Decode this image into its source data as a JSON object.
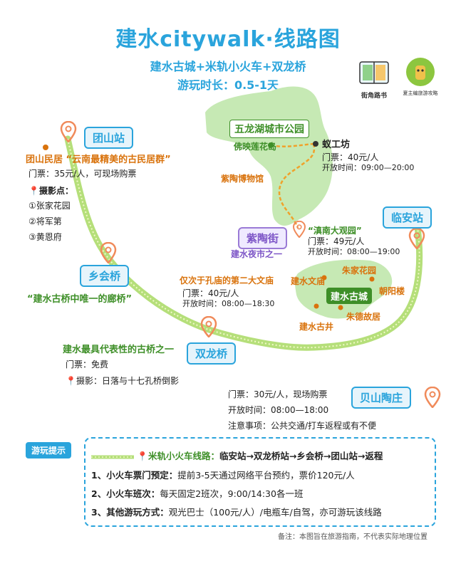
{
  "header": {
    "title": "建水citywalk·线路图",
    "subtitle": "建水古城+米轨小火车+双龙桥",
    "duration": "游玩时长：0.5-1天"
  },
  "logos": [
    {
      "caption": "街角路书"
    },
    {
      "caption": "夏主编旅游攻略"
    }
  ],
  "stations": {
    "tuanshan": "团山站",
    "xianghui": "乡会桥",
    "shuanglong": "双龙桥",
    "linan": "临安站",
    "beishan": "贝山陶庄",
    "zitao": "紫陶街"
  },
  "tuanshan_info": {
    "name": "团山民居",
    "desc": "“云南最精美的古民居群”",
    "ticket": "门票：35元/人，可现场购票",
    "photo_title": "摄影点：",
    "photo_spots": [
      "①张家花园",
      "②将军第",
      "③黄恩府"
    ]
  },
  "xianghui_info": {
    "desc": "“建水古桥中唯一的廊桥”"
  },
  "shuanglong_info": {
    "desc": "建水最具代表性的古桥之一",
    "ticket": "门票：免费",
    "photo": "摄影：日落与十七孔桥倒影"
  },
  "park": {
    "name": "五龙湖城市公园",
    "foying": "佛映莲花岛",
    "yigong": "蚁工坊",
    "yigong_ticket": "门票：40元/人",
    "yigong_hours": "开放时间：09:00—20:00",
    "zitao_museum": "紫陶博物馆",
    "diannan": "“滇南大观园”",
    "diannan_ticket": "门票：49元/人",
    "diannan_hours": "开放时间：08:00—19:00"
  },
  "zitao_info": {
    "desc": "建水夜市之一"
  },
  "wenmiao": {
    "desc": "仅次于孔庙的第二大文庙",
    "ticket": "门票：40元/人",
    "hours": "开放时间：08:00—18:30"
  },
  "oldtown": {
    "wenmiao": "建水文庙",
    "zhangjia": "朱家花园",
    "center": "建水古城",
    "chaoyang": "朝阳楼",
    "zhude": "朱德故居",
    "gujing": "建水古井"
  },
  "beishan_info": {
    "ticket": "门票：30元/人，现场购票",
    "hours": "开放时间：08:00—18:00",
    "notice": "注意事项：公共交通/打车返程或有不便"
  },
  "tips": {
    "tag": "游玩提示",
    "route_label": "米轨小火车线路：",
    "route": "临安站→双龙桥站→乡会桥→团山站→返程",
    "items": [
      {
        "label": "1、小火车票门预定：",
        "text": "提前3-5天通过网络平台预约，票价120元/人"
      },
      {
        "label": "2、小火车班次：",
        "text": "每天固定2班次，9:00/14:30各一班"
      },
      {
        "label": "3、其他游玩方式：",
        "text": "观光巴士（100元/人）/电瓶车/自驾，亦可游玩该线路"
      }
    ]
  },
  "footer": "备注：本图旨在旅游指南，不代表实际地理位置",
  "colors": {
    "blue": "#2aa4dc",
    "orange": "#d9730d",
    "green": "#3e8f28",
    "land": "#c6e9b4",
    "rail": "#b5df7a"
  }
}
